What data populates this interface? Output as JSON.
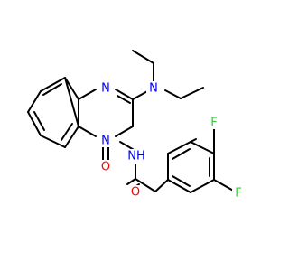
{
  "atoms": {
    "n_ring_top": {
      "text": "N",
      "color": "#0000FF"
    },
    "n_amine": {
      "text": "N",
      "color": "#0000FF"
    },
    "n_ring_sub": {
      "text": "N",
      "color": "#0000FF"
    },
    "nh": {
      "text": "NH",
      "color": "#0000FF"
    },
    "o_ketone": {
      "text": "O",
      "color": "#FF0000"
    },
    "o_amide": {
      "text": "O",
      "color": "#FF0000"
    },
    "f_top": {
      "text": "F",
      "color": "#33CC33"
    },
    "f_bottom": {
      "text": "F",
      "color": "#33CC33"
    }
  },
  "colors": {
    "bond": "#000000",
    "nitrogen": "#0000FF",
    "oxygen": "#FF0000",
    "fluorine": "#33CC33"
  }
}
